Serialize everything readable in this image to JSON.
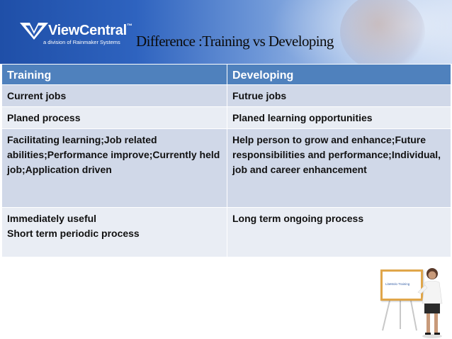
{
  "header": {
    "logo_name": "ViewCentral",
    "logo_tm": "™",
    "logo_tagline": "a division of Rainmaker Systems",
    "title": "Difference :Training vs Developing"
  },
  "table": {
    "headers": [
      "Training",
      "Developing"
    ],
    "rows": [
      [
        "Current jobs",
        "Futrue jobs"
      ],
      [
        "Planed process",
        "Planed learning opportunities"
      ],
      [
        "Facilitating learning;Job related abilities;Performance improve;Currently held job;Application driven",
        "Help person to grow and enhance;Future responsibilities and performance;Individual, job and career enhancement"
      ],
      [
        "Immediately useful\nShort term periodic process",
        "Long term ongoing process"
      ]
    ]
  },
  "illustration": {
    "board_text": "LiteMolo Training"
  },
  "colors": {
    "header_bg": "#4f81bd",
    "row_dark": "#d0d8e8",
    "row_light": "#e9edf4"
  },
  "icons": [
    "viewcentral-logo-icon",
    "easel-icon",
    "presenter-figure"
  ]
}
